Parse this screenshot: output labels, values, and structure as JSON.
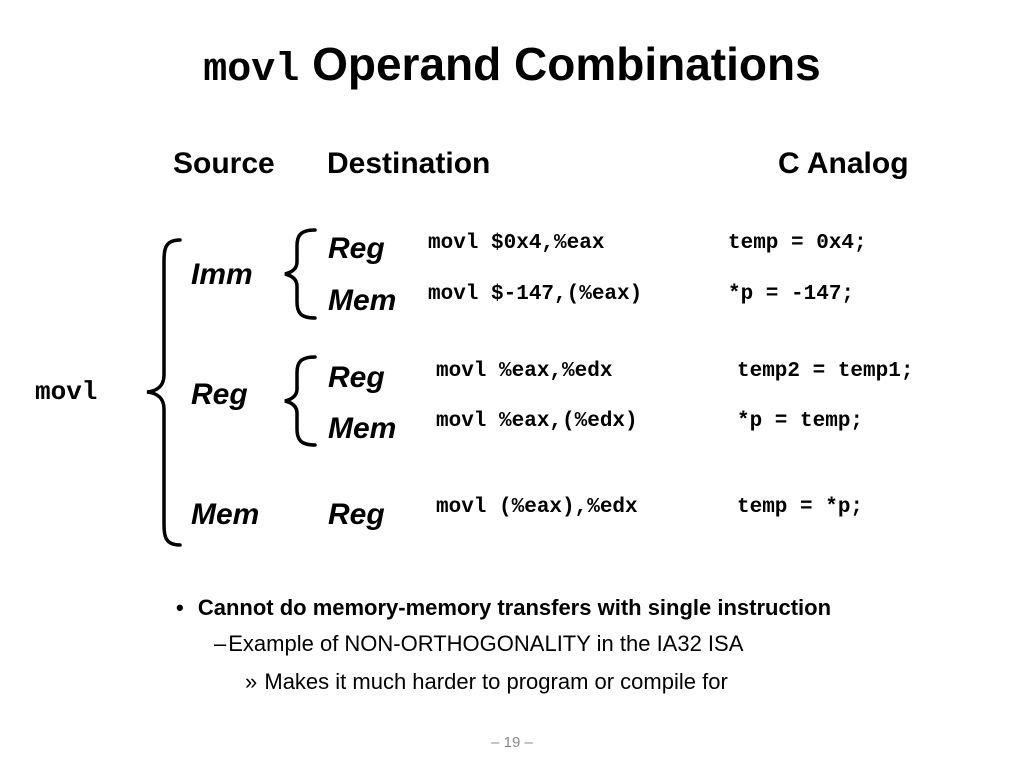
{
  "title": {
    "code": "movl",
    "text": "Operand Combinations"
  },
  "headers": {
    "source": "Source",
    "destination": "Destination",
    "c_analog": "C Analog"
  },
  "instruction": "movl",
  "rows": [
    {
      "source": "Imm",
      "destination": "Reg",
      "asm": "movl $0x4,%eax",
      "c": "temp = 0x4;"
    },
    {
      "source": "",
      "destination": "Mem",
      "asm": "movl $-147,(%eax)",
      "c": "*p = -147;"
    },
    {
      "source": "Reg",
      "destination": "Reg",
      "asm": "movl %eax,%edx",
      "c": "temp2 = temp1;"
    },
    {
      "source": "",
      "destination": "Mem",
      "asm": "movl %eax,(%edx)",
      "c": "*p = temp;"
    },
    {
      "source": "Mem",
      "destination": "Reg",
      "asm": "movl (%eax),%edx",
      "c": "temp = *p;"
    }
  ],
  "bullets": {
    "level1": {
      "marker": "•",
      "text": "Cannot do memory-memory transfers with single instruction"
    },
    "level2": {
      "marker": "–",
      "text": "Example of NON-ORTHOGONALITY in the IA32 ISA"
    },
    "level3": {
      "marker": "»",
      "text": "Makes it much harder to program or compile for"
    }
  },
  "page_number": "– 19 –"
}
